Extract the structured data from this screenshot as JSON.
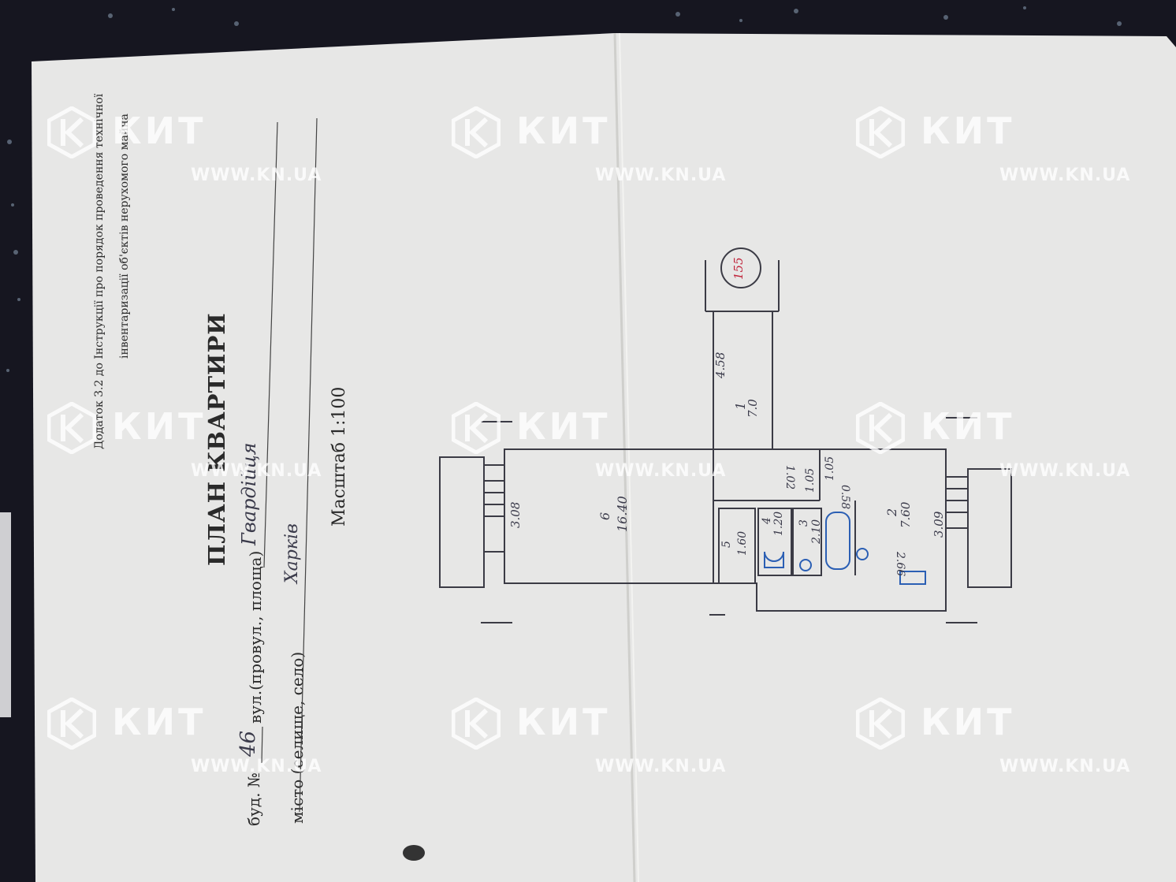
{
  "document": {
    "appendix_line1": "Додаток 3.2 до Інструкції про порядок проведення технічної",
    "appendix_line2": "інвентаризації об'єктів нерухомого майна",
    "title": "ПЛАН КВАРТИРИ",
    "address_label": "буд. №",
    "house_number": "46",
    "street_label": "вул.(провул., площа)",
    "street_value": "Гвардійця",
    "city_label": "місто (селище, село)",
    "city_value": "Харків",
    "scale": "Масштаб 1:100"
  },
  "plan": {
    "circle_mark": "155",
    "rooms": [
      {
        "num": "1",
        "area": "7.0"
      },
      {
        "num": "2",
        "area": "7.60"
      },
      {
        "num": "3",
        "area": "2.10"
      },
      {
        "num": "4",
        "area": "1.20"
      },
      {
        "num": "5",
        "area": "1.60"
      },
      {
        "num": "6",
        "area": "16.40"
      }
    ],
    "dims": {
      "d458": "4.58",
      "d102": "1.02",
      "d105a": "1.05",
      "d105b": "1.05",
      "d058": "0.58",
      "d308": "3.08",
      "d309": "3.09",
      "d266": "2.66"
    }
  },
  "watermark": {
    "brand": "КИТ",
    "url": "WWW.KN.UA"
  }
}
